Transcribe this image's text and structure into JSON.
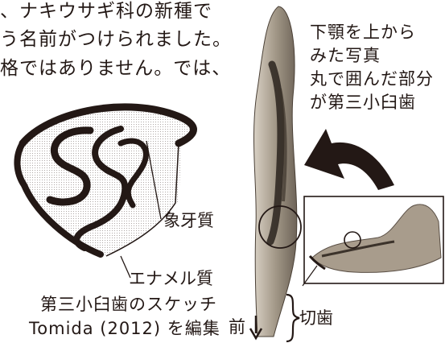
{
  "body_text": [
    "、ナキウサギ科の新種で",
    "う名前がつけられました。",
    "格ではありません。では、"
  ],
  "top_view_caption": [
    "下顎を上から",
    "みた写真",
    "丸で囲んだ部分",
    "が第三小臼歯"
  ],
  "labels": {
    "dentine": "象牙質",
    "enamel": "エナメル質",
    "incisor": "切歯",
    "front": "前"
  },
  "sketch_caption": [
    "第三小臼歯のスケッチ",
    "Tomida (2012) を編集"
  ],
  "icons": [
    "rotate-arrow-icon",
    "down-arrow-icon",
    "brace-icon"
  ],
  "colors": {
    "ink": "#231815",
    "bone_light": "#b8ad9e",
    "bone_dark": "#5a4f45"
  }
}
